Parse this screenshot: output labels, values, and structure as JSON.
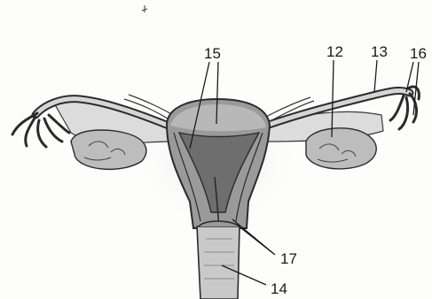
{
  "labels": {
    "l15": "15",
    "l12": "12",
    "l13": "13",
    "l16": "16",
    "l17": "17",
    "l14": "14"
  },
  "colors": {
    "ink": "#2b2b2b",
    "light_fill": "#cfcfcf",
    "mid_fill": "#9a9a9a",
    "dark_fill": "#6e6e6e",
    "paper": "#fdfdfc"
  }
}
